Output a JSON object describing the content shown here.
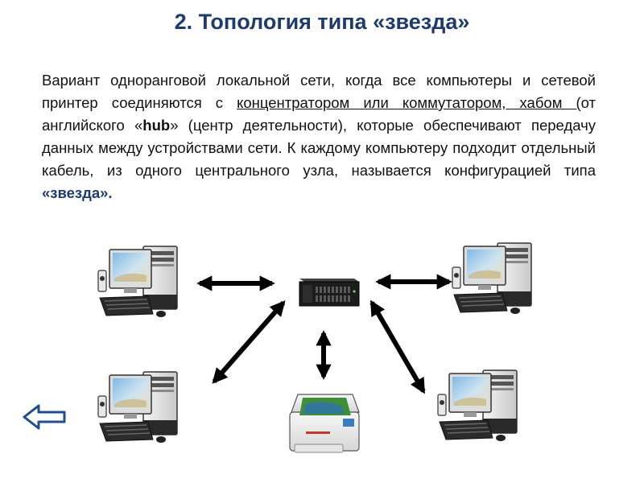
{
  "title": "2. Топология типа «звезда»",
  "paragraph": {
    "p1": "Вариант одноранговой локальной сети, когда все компьютеры и сетевой принтер соединяются с ",
    "underlined": "концентратором или коммутатором, хабом (",
    "p2": "от английского «",
    "hub": "hub",
    "p3": "» (центр деятельности), которые обеспечивают передачу данных между устройствами сети. К каждому компьютеру подходит отдельный кабель, из одного центрального узла, называется конфигурацией типа ",
    "emphasis": "«звезда»."
  },
  "colors": {
    "title": "#1f3b6e",
    "back_arrow": "#1f4e8c",
    "connection_arrows": "#000000"
  },
  "diagram": {
    "center_device": "hub-switch",
    "nodes": [
      "computer",
      "computer",
      "computer",
      "computer",
      "network-printer"
    ]
  },
  "navigation": {
    "back_icon": "left-arrow-icon"
  }
}
